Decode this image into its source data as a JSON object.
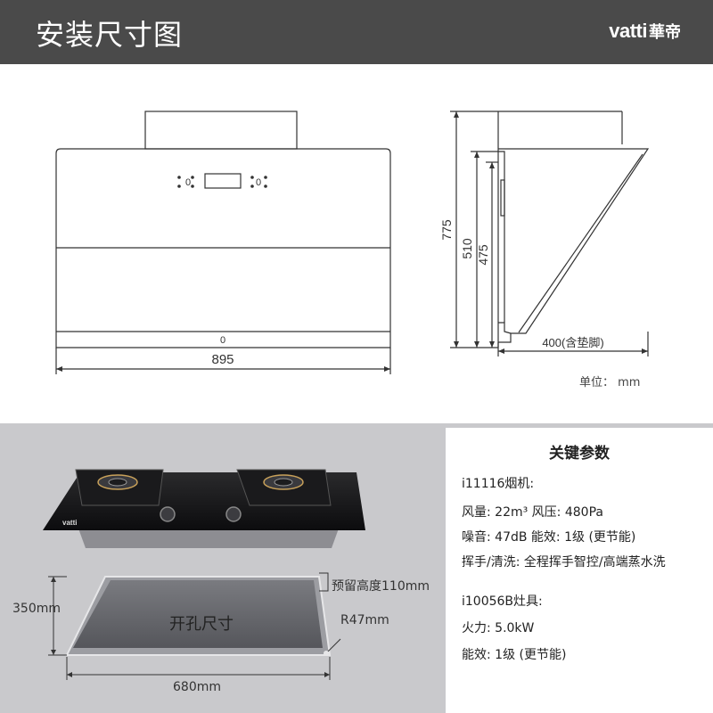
{
  "header": {
    "title": "安装尺寸图",
    "brand_latin": "vatti",
    "brand_cn": "華帝"
  },
  "drawing": {
    "front_width": "895",
    "side_height_total": "775",
    "side_height_mid": "510",
    "side_height_inner": "475",
    "side_depth": "400(含垫脚)",
    "panel_left_icon": "0",
    "panel_right_icon": "0",
    "front_logo": "0",
    "unit": "单位：  mm"
  },
  "cutout": {
    "depth": "350mm",
    "width": "680mm",
    "reserve_height": "预留高度110mm",
    "radius": "R47mm",
    "title": "开孔尺寸",
    "stove_brand": "vatti"
  },
  "spec": {
    "title": "关键参数",
    "hood_model": "i11116烟机:",
    "airflow": "风量: 22m³  风压: 480Pa",
    "noise": "噪音: 47dB  能效: 1级 (更节能)",
    "wash": "挥手/清洗: 全程挥手智控/高端蒸水洗",
    "stove_model": "i10056B灶具:",
    "power": "火力: 5.0kW",
    "efficiency": "能效: 1级 (更节能)"
  },
  "colors": {
    "header_bg": "#4a4a4a",
    "bottom_bg": "#c9c9cc",
    "line": "#333333"
  }
}
